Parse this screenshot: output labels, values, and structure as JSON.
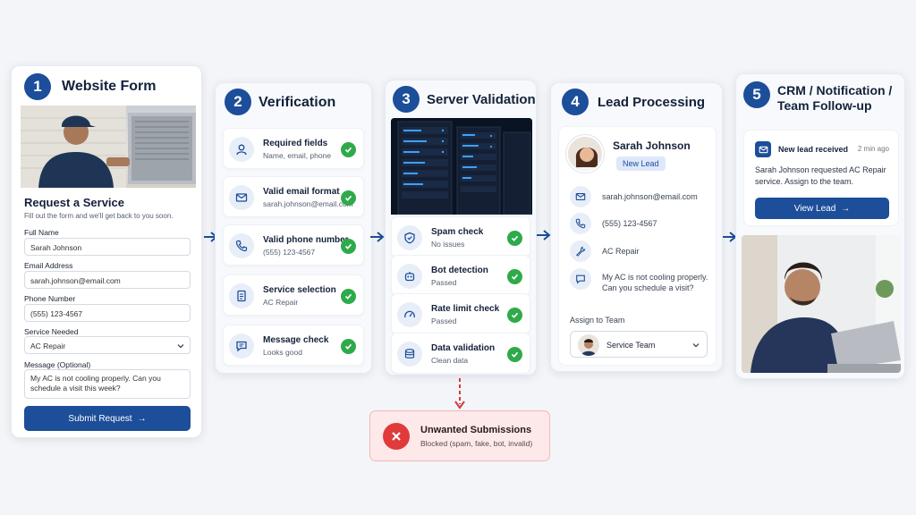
{
  "steps": [
    {
      "num": "1",
      "title": "Website Form"
    },
    {
      "num": "2",
      "title": "Verification"
    },
    {
      "num": "3",
      "title": "Server Validation"
    },
    {
      "num": "4",
      "title": "Lead Processing"
    },
    {
      "num": "5",
      "title": "CRM / Notification / Team Follow-up"
    }
  ],
  "form": {
    "heading": "Request a Service",
    "subheading": "Fill out the form and we'll get back to you soon.",
    "full_name_label": "Full Name",
    "full_name_value": "Sarah Johnson",
    "email_label": "Email Address",
    "email_value": "sarah.johnson@email.com",
    "phone_label": "Phone Number",
    "phone_value": "(555) 123-4567",
    "service_label": "Service Needed",
    "service_value": "AC Repair",
    "message_label": "Message (Optional)",
    "message_value": "My AC is not cooling properly. Can you schedule a visit this week?",
    "submit_label": "Submit Request"
  },
  "verification": [
    {
      "title": "Required fields",
      "detail": "Name, email, phone"
    },
    {
      "title": "Valid email format",
      "detail": "sarah.johnson@email.com"
    },
    {
      "title": "Valid phone number",
      "detail": "(555) 123-4567"
    },
    {
      "title": "Service selection",
      "detail": "AC Repair"
    },
    {
      "title": "Message check",
      "detail": "Looks good"
    }
  ],
  "server": [
    {
      "title": "Spam check",
      "detail": "No issues"
    },
    {
      "title": "Bot detection",
      "detail": "Passed"
    },
    {
      "title": "Rate limit check",
      "detail": "Passed"
    },
    {
      "title": "Data validation",
      "detail": "Clean data"
    }
  ],
  "unwanted": {
    "title": "Unwanted Submissions",
    "detail": "Blocked (spam, fake, bot, invalid)"
  },
  "lead": {
    "name": "Sarah Johnson",
    "badge": "New Lead",
    "email": "sarah.johnson@email.com",
    "phone": "(555) 123-4567",
    "service": "AC Repair",
    "message": "My AC is not cooling properly. Can you schedule a visit?",
    "assign_label": "Assign to Team",
    "team_value": "Service Team"
  },
  "crm": {
    "notif_title": "New lead received",
    "notif_time": "2 min ago",
    "notif_body": "Sarah Johnson requested AC Repair service. Assign to the team.",
    "view_label": "View Lead"
  },
  "colors": {
    "accent": "#1c4e9a",
    "success": "#2eaa4a",
    "danger": "#e03a3a"
  }
}
